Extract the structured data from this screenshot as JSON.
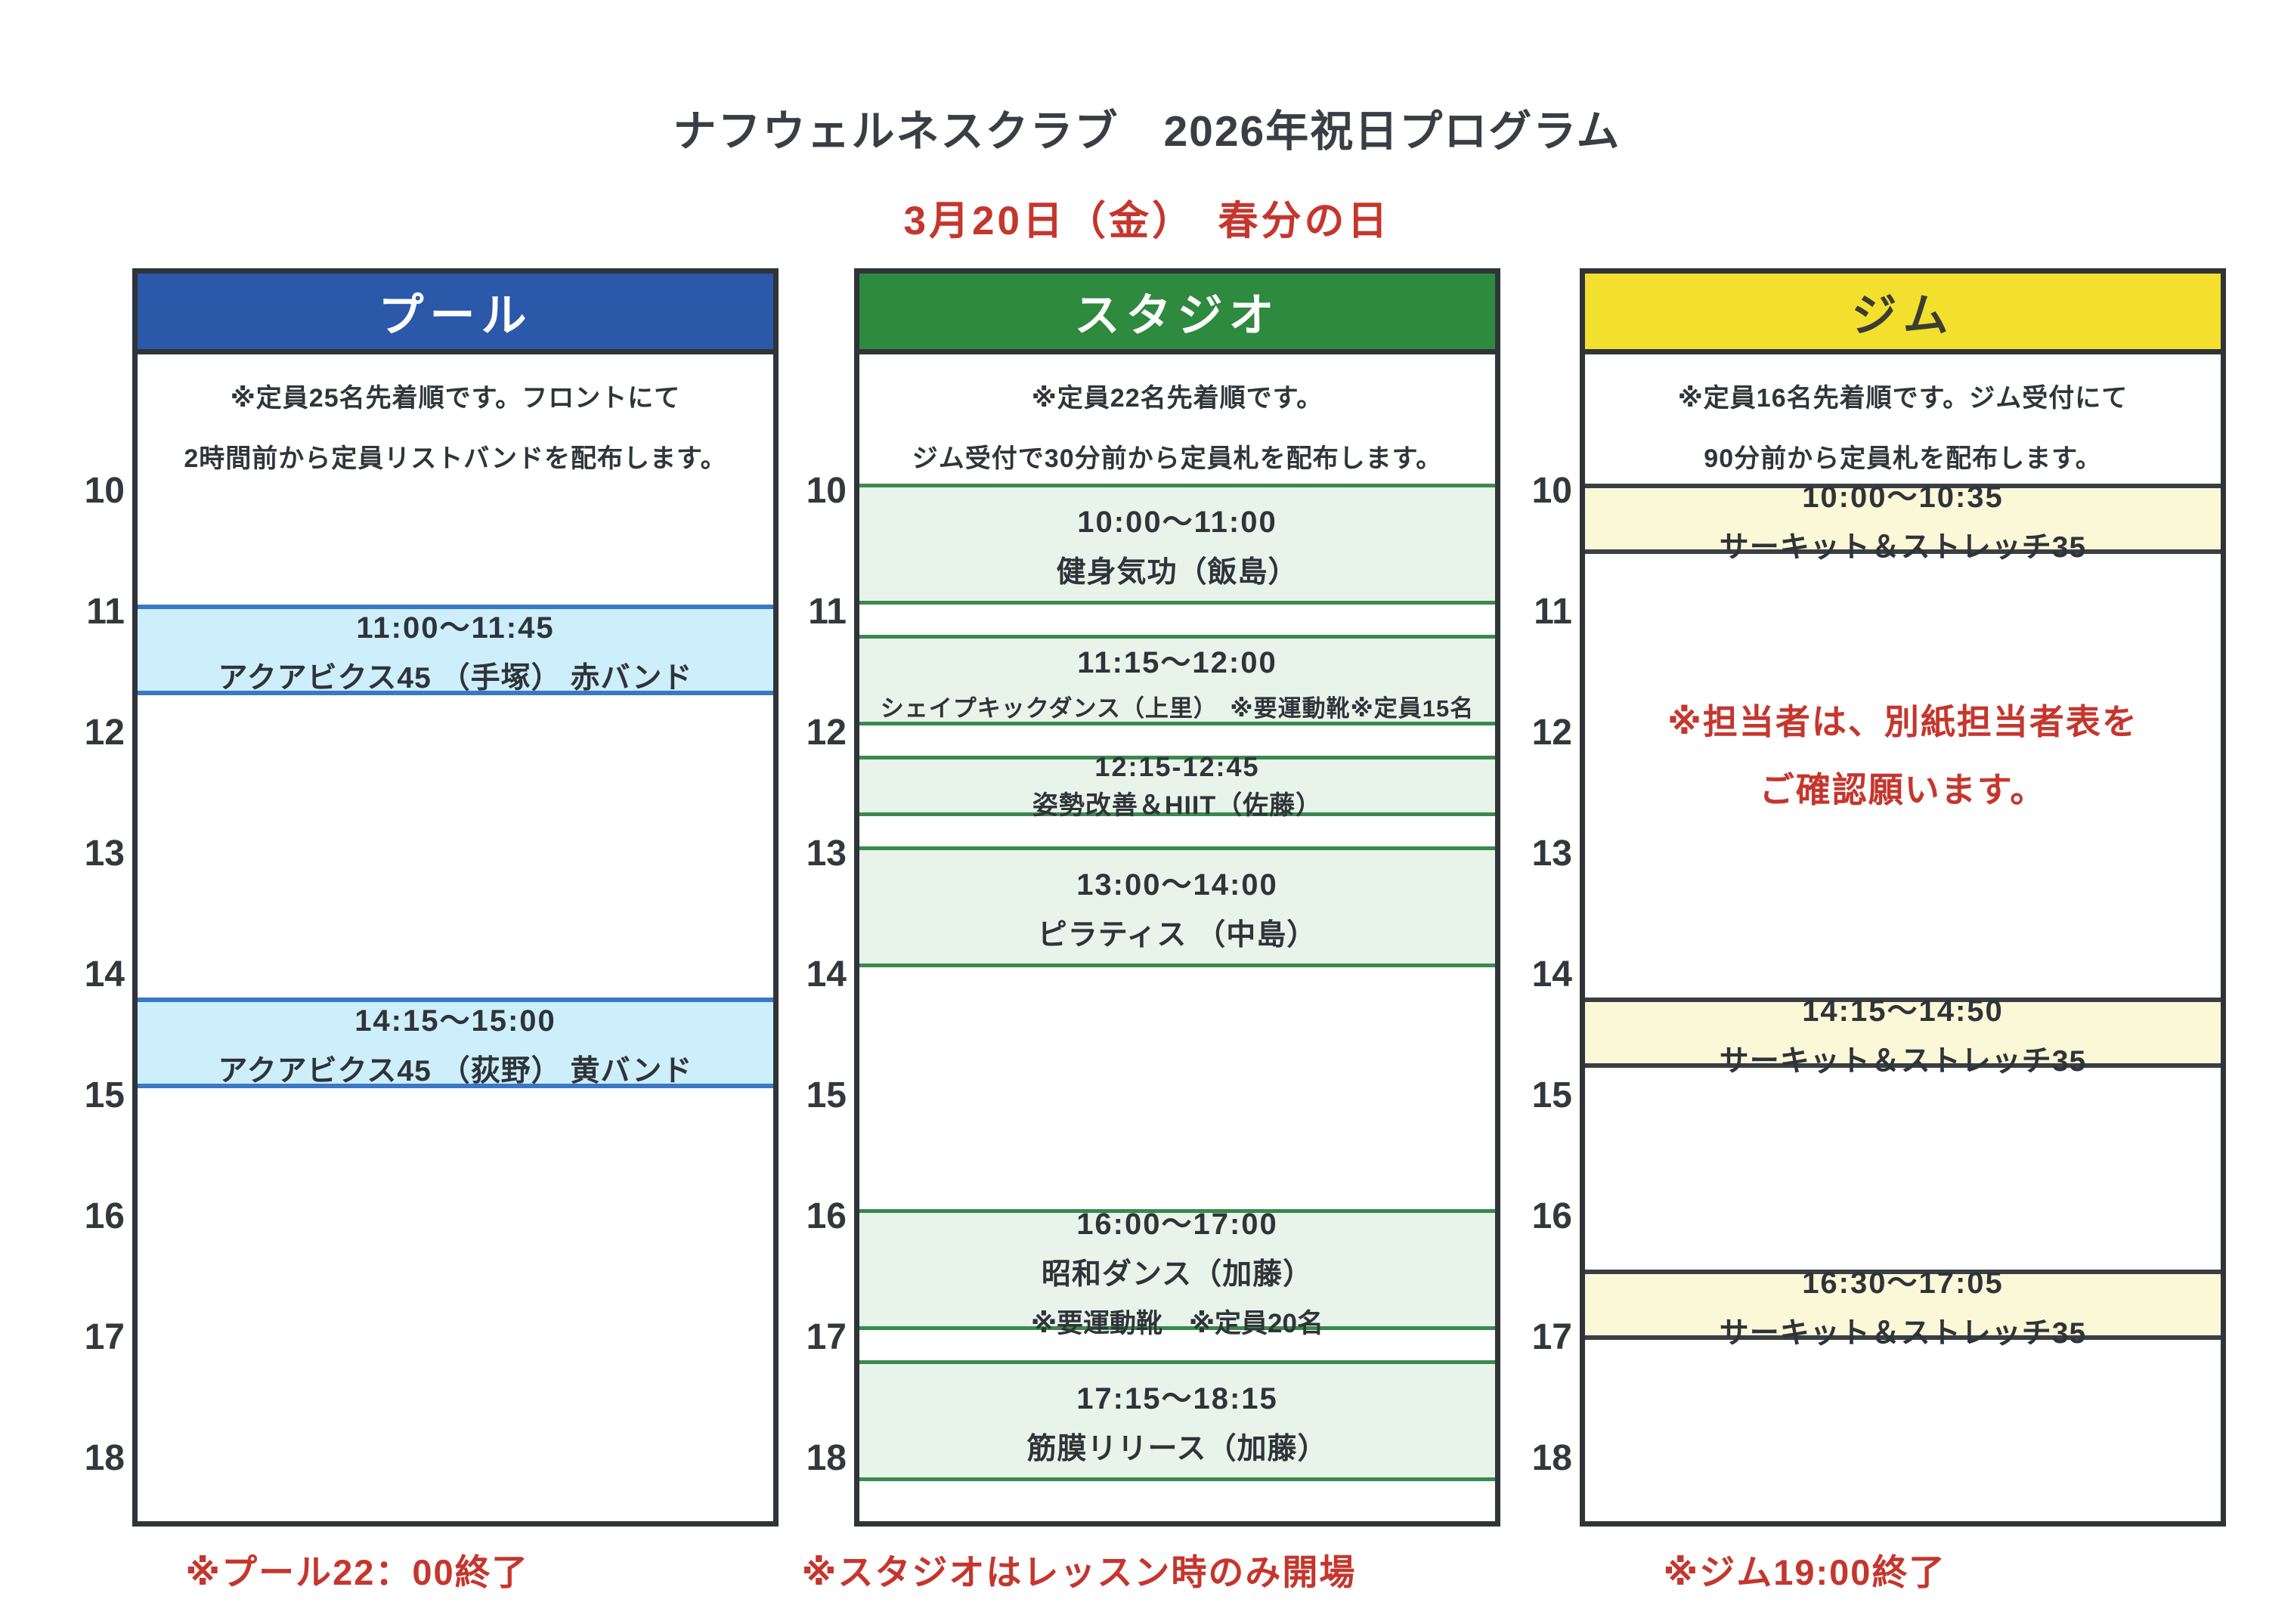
{
  "page": {
    "title": "ナフウェルネスクラブ　2026年祝日プログラム",
    "date_line": "3月20日（金）　春分の日"
  },
  "hours": [
    "10",
    "11",
    "12",
    "13",
    "14",
    "15",
    "16",
    "17",
    "18"
  ],
  "columns": [
    {
      "id": "pool",
      "header": "プール",
      "header_bg": "#2b58a8",
      "header_color": "#ffffff",
      "note_line1": "※定員25名先着順です。フロントにて",
      "note_line2": "2時間前から定員リストバンドを配布します。",
      "event_bg": "#cdeefb",
      "event_border": "#3a78c5",
      "events": [
        {
          "time": "11:00～11:45",
          "name": "アクアビクス45 （手塚） 赤バンド",
          "start": 11.0,
          "end": 11.75
        },
        {
          "time": "14:15～15:00",
          "name": "アクアビクス45 （荻野） 黄バンド",
          "start": 14.25,
          "end": 15.0
        }
      ],
      "footer_note": "※プール22：00終了"
    },
    {
      "id": "studio",
      "header": "スタジオ",
      "header_bg": "#2e8a3e",
      "header_color": "#ffffff",
      "note_line1": "※定員22名先着順です。",
      "note_line2": "ジム受付で30分前から定員札を配布します。",
      "event_bg": "#e8f3ea",
      "event_border": "#398a4c",
      "events": [
        {
          "time": "10:00～11:00",
          "name": "健身気功（飯島）",
          "start": 10.0,
          "end": 11.0
        },
        {
          "time": "11:15～12:00",
          "name": "シェイプキックダンス（上里）　※要運動靴※定員15名",
          "start": 11.25,
          "end": 12.0
        },
        {
          "time": "12:15-12:45",
          "name": "姿勢改善＆HIIT（佐藤）",
          "start": 12.25,
          "end": 12.75,
          "compact": true
        },
        {
          "time": "13:00～14:00",
          "name": "ピラティス （中島）",
          "start": 13.0,
          "end": 14.0
        },
        {
          "time": "16:00～17:00",
          "name": "昭和ダンス（加藤）",
          "extra": "※要運動靴　※定員20名",
          "start": 16.0,
          "end": 17.0
        },
        {
          "time": "17:15～18:15",
          "name": "筋膜リリース（加藤）",
          "start": 17.25,
          "end": 18.25
        }
      ],
      "footer_note": "※スタジオはレッスン時のみ開場"
    },
    {
      "id": "gym",
      "header": "ジム",
      "header_bg": "#f3df2e",
      "header_color": "#393d33",
      "note_line1": "※定員16名先着順です。ジム受付にて",
      "note_line2": "90分前から定員札を配布します。",
      "event_bg": "#fbf8d8",
      "event_border": "#3a3f44",
      "mid_note_line1": "※担当者は、別紙担当者表を",
      "mid_note_line2": "ご確認願います。",
      "events": [
        {
          "time": "10:00～10:35",
          "name": "サーキット＆ストレッチ35",
          "start": 10.0,
          "end": 10.5833
        },
        {
          "time": "14:15～14:50",
          "name": "サーキット＆ストレッチ35",
          "start": 14.25,
          "end": 14.8333
        },
        {
          "time": "16:30～17:05",
          "name": "サーキット＆ストレッチ35",
          "start": 16.5,
          "end": 17.0833
        }
      ],
      "footer_note": "※ジム19:00終了"
    }
  ]
}
